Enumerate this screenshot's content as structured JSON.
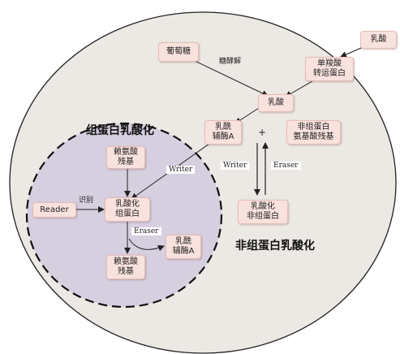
{
  "cell_outer": {
    "non_histone_title": "非组蛋白乳酸化",
    "lactate_top": "乳酸",
    "glucose": "葡萄糖",
    "glycolysis": "糖酵解",
    "mct": "单羧酸\n转运蛋白",
    "lactate_mid": "乳酸",
    "lactyl_coa_top": "乳酰\n辅酶A",
    "plus": "+",
    "non_histone_lys": "非组蛋白\n氨基酸残基",
    "writer_right": "Writer",
    "eraser_right": "Eraser",
    "lactylated_non_histone": "乳酸化\n非组蛋白"
  },
  "nucleus": {
    "histone_title": "组蛋白乳酸化",
    "lys_top": "赖氨酸\n残基",
    "writer_left": "Writer",
    "reader": "Reader",
    "recognize": "识别",
    "lactylated_histone": "乳酸化\n组蛋白",
    "eraser_left": "Eraser",
    "lactyl_coa_bottom": "乳酰\n辅酶A",
    "lys_bottom": "赖氨酸\n残基"
  },
  "colors": {
    "cell_fill": "#ece8e4",
    "nucleus_fill": "#d6cfe0",
    "box_fill": "#f8e2de",
    "arrow": "#222222"
  }
}
